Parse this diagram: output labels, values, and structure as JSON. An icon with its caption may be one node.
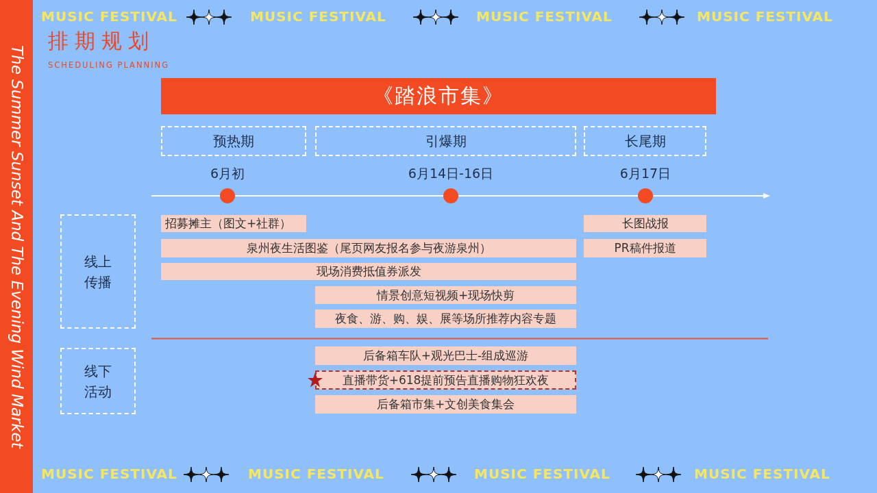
{
  "diagram": {
    "title": "排期规划",
    "nodes": [
      {
        "text": [
          "《踏浪市集》"
        ]
      },
      {
        "text": [
          "预热期"
        ]
      },
      {
        "text": [
          "引爆期"
        ]
      },
      {
        "text": [
          "长尾期"
        ]
      },
      {
        "text": [],
        "shape": "circle"
      },
      {
        "text": [],
        "shape": "circle"
      },
      {
        "text": [],
        "shape": "circle"
      },
      {
        "text": [
          "线上传播"
        ]
      },
      {
        "text": [
          "招募摊主（图文+社群）"
        ]
      },
      {
        "text": [
          "泉州夜生活图鉴（尾页网友报名参与夜游泉州）"
        ]
      },
      {
        "text": [
          "现场消费抵值券派发"
        ]
      },
      {
        "text": [
          "情景创意短视频+现场快剪"
        ]
      },
      {
        "text": [
          "夜食、游、购、娱、展等场所推荐内容专题"
        ]
      },
      {
        "text": [
          "长图战报"
        ]
      },
      {
        "text": [
          "PR稿件报道"
        ]
      },
      {
        "text": [
          "线下活动"
        ]
      },
      {
        "text": [
          "后备箱车队+观光巴士-组成巡游"
        ]
      },
      {
        "text": [
          "直播带货+618提前预告直播购物狂欢夜"
        ]
      },
      {
        "text": [
          "后备箱市集+文创美食集会"
        ]
      }
    ],
    "edges": [],
    "labels": [
      "MUSIC FESTIVAL",
      "MUSIC FESTIVAL",
      "MUSIC FESTIVAL",
      "MUSIC FESTIVAL",
      "SCHEDULING PLANNING",
      "The Summer Sunset And The Evening Wind Market",
      "6月初",
      "6月14日-16日",
      "6月17日",
      "MUSIC FESTIVAL",
      "MUSIC FESTIVAL",
      "MUSIC FESTIVAL",
      "MUSIC FESTIVAL"
    ]
  }
}
